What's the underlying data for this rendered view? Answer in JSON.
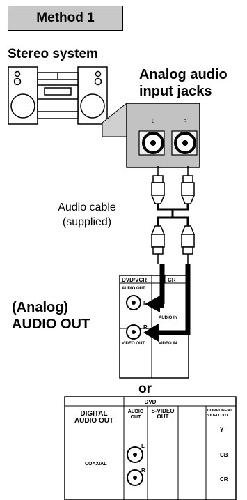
{
  "method_label": "Method 1",
  "stereo": {
    "label": "Stereo system",
    "input_jacks_line1": "Analog audio",
    "input_jacks_line2": "input jacks",
    "jack_left": "L",
    "jack_right": "R"
  },
  "cable": {
    "line1": "Audio cable",
    "line2": "(supplied)"
  },
  "dvdvcr_panel": {
    "header_left": "DVD/VCR",
    "header_right": "CR",
    "audio_out": "AUDIO OUT",
    "jack_l": "L",
    "jack_r": "R",
    "audio_in": "AUDIO IN",
    "video_out": "VIDEO OUT",
    "video_in": "VIDEO IN"
  },
  "analog_label": {
    "line1": "(Analog)",
    "line2": "AUDIO OUT"
  },
  "or_label": "or",
  "dvd_panel": {
    "header": "DVD",
    "digital_line1": "DIGITAL",
    "digital_line2": "AUDIO OUT",
    "audio_line1": "AUDIO",
    "audio_line2": "OUT",
    "svideo_line1": "S-VIDEO",
    "svideo_line2": "OUT",
    "component_line1": "COMPONENT",
    "component_line2": "VIDEO OUT",
    "coaxial": "COAXIAL",
    "jack_l": "L",
    "jack_r": "R",
    "y": "Y",
    "cb": "CB",
    "cr": "CR"
  }
}
